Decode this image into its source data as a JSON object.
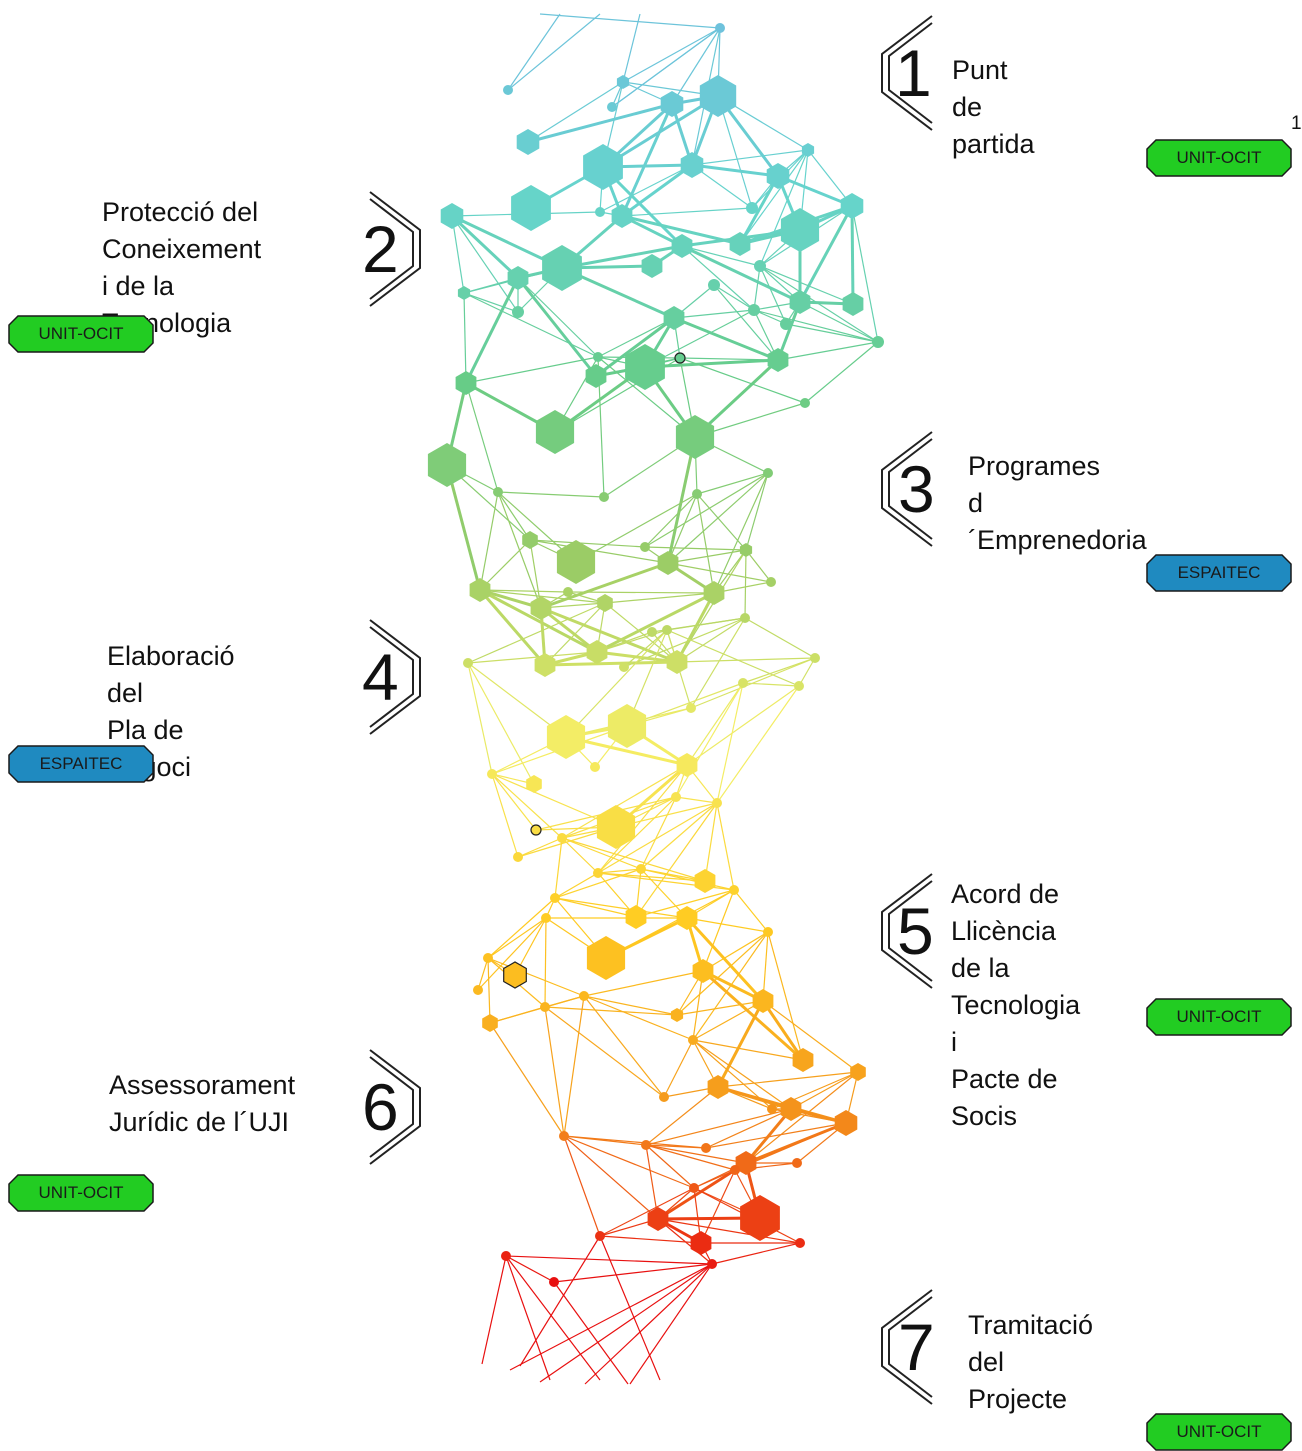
{
  "page_number": "1",
  "colors": {
    "unit_ocit_badge": "#22cc22",
    "espaitec_badge": "#1f8ac0",
    "network_gradient": [
      "#6ec1dd",
      "#66d4cc",
      "#66cc88",
      "#9acc66",
      "#f4ee66",
      "#ffcc22",
      "#f59a1c",
      "#e81010"
    ]
  },
  "steps": [
    {
      "number": "1",
      "title": "Punt de partida",
      "badge": "UNIT-OCIT",
      "badge_color": "green"
    },
    {
      "number": "2",
      "title": "Protecció del\nConeixement\ni de la Tecnologia",
      "badge": "UNIT-OCIT",
      "badge_color": "green"
    },
    {
      "number": "3",
      "title": "Programes\nd´Emprenedoria",
      "badge": "ESPAITEC",
      "badge_color": "blue"
    },
    {
      "number": "4",
      "title": "Elaboració del\nPla de Negoci",
      "badge": "ESPAITEC",
      "badge_color": "blue"
    },
    {
      "number": "5",
      "title": "Acord de Llicència\nde la Tecnologia i\nPacte de Socis",
      "badge": "UNIT-OCIT",
      "badge_color": "green"
    },
    {
      "number": "6",
      "title": "Assessorament\nJurídic de l´UJI",
      "badge": "UNIT-OCIT",
      "badge_color": "green"
    },
    {
      "number": "7",
      "title": "Tramitació del\nProjecte",
      "badge": "UNIT-OCIT",
      "badge_color": "green"
    }
  ]
}
